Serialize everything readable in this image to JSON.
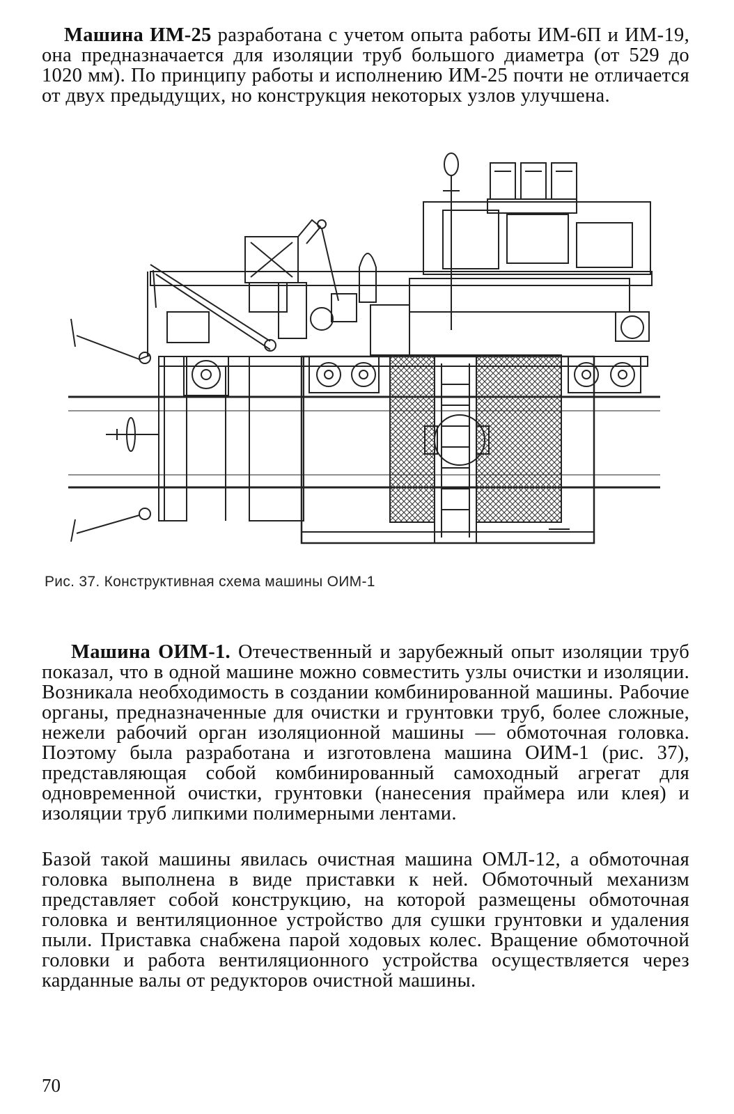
{
  "paragraph_1": {
    "lead": "Машина ИМ-25",
    "text": " разработана с учетом опыта работы ИМ-6П и ИМ-19, она предназначается для изоляции труб большого диаметра (от 529 до 1020 мм). По принципу работы и исполнению ИМ-25 почти не отличается от двух предыдущих, но конструкция некоторых узлов улучшена."
  },
  "figure": {
    "caption": "Рис. 37. Конструктивная схема машины ОИМ-1"
  },
  "paragraph_2": {
    "lead": "Машина ОИМ-1.",
    "text": " Отечественный и зарубежный опыт изоляции труб показал, что в одной машине можно совместить узлы очистки и изоляции. Возникала необходимость в создании комбинированной машины. Рабочие органы, предназначенные для очистки и грунтовки труб, более сложные, нежели рабочий орган изоляционной машины — обмоточная головка. Поэтому была разработана и изготовлена машина ОИМ-1 (рис. 37), представляющая собой комбинированный самоходный агрегат для одновременной очистки, грунтовки (нанесения праймера или клея) и изоляции труб липкими полимерными лентами."
  },
  "paragraph_3": {
    "text": "Базой такой машины явилась очистная машина ОМЛ-12, а обмоточная головка выполнена в виде приставки к ней. Обмоточный механизм представляет собой конструкцию, на которой размещены обмоточная головка и вентиляционное устройство для сушки грунтовки и удаления пыли. Приставка снабжена парой ходовых колес. Вращение обмоточной головки и работа вентиляционного устройства осуществляется через карданные валы от редукторов очистной машины."
  },
  "page_number": "70"
}
